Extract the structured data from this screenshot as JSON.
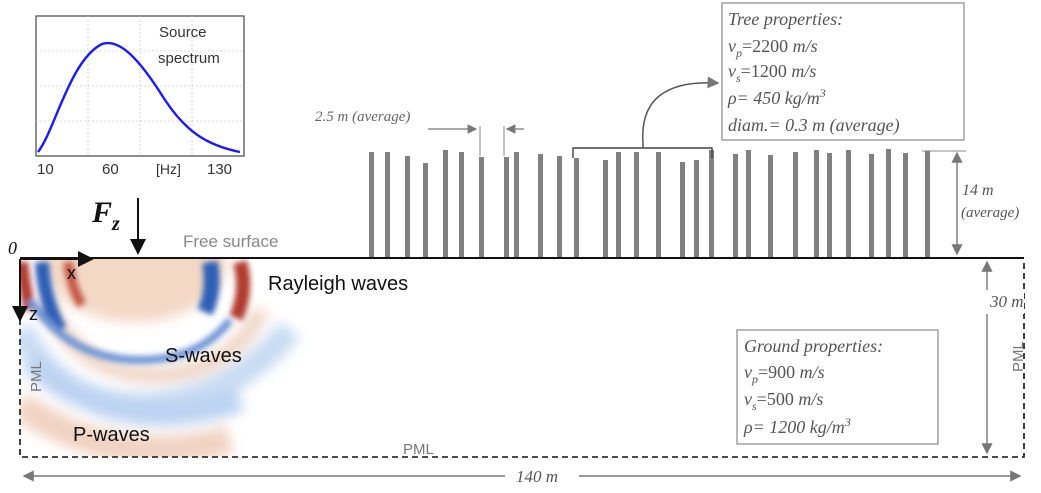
{
  "spectrum": {
    "title_line1": "Source",
    "title_line2": "spectrum",
    "tick_10": "10",
    "tick_60": "60",
    "unit": "[Hz]",
    "tick_130": "130"
  },
  "force": {
    "symbol": "F",
    "subscript": "z"
  },
  "origin_label": "0",
  "x_axis_label": "x",
  "z_axis_label": "z",
  "free_surface": "Free surface",
  "waves": {
    "rayleigh": "Rayleigh waves",
    "s": "S-waves",
    "p": "P-waves"
  },
  "pml": {
    "left": "PML",
    "bottom": "PML",
    "right": "PML"
  },
  "tree_spacing": "2.5 m (average)",
  "tree_height": {
    "value": "14 m",
    "note": "(average)"
  },
  "depth": "30 m",
  "width": "140 m",
  "tree_properties": {
    "title": "Tree properties:",
    "vp_sym": "v",
    "vp_sub": "p",
    "vp_val": "=2200",
    "vp_unit": "m/s",
    "vs_sym": "v",
    "vs_sub": "s",
    "vs_val": "=1200",
    "vs_unit": "m/s",
    "rho": "ρ= 450 kg/m",
    "rho_exp": "3",
    "diam": "diam.= 0.3 m (average)"
  },
  "ground_properties": {
    "title": "Ground properties:",
    "vp_sym": "v",
    "vp_sub": "p",
    "vp_val": "=900",
    "vp_unit": "m/s",
    "vs_sym": "v",
    "vs_sub": "s",
    "vs_val": "=500",
    "vs_unit": "m/s",
    "rho": "ρ= 1200 kg/m",
    "rho_exp": "3"
  },
  "colors": {
    "tree": "#808080",
    "wave_red": "#b03a2e",
    "wave_blue": "#2d5fb5",
    "spectrum_curve": "#1a1aff",
    "label_gray": "#777777"
  }
}
